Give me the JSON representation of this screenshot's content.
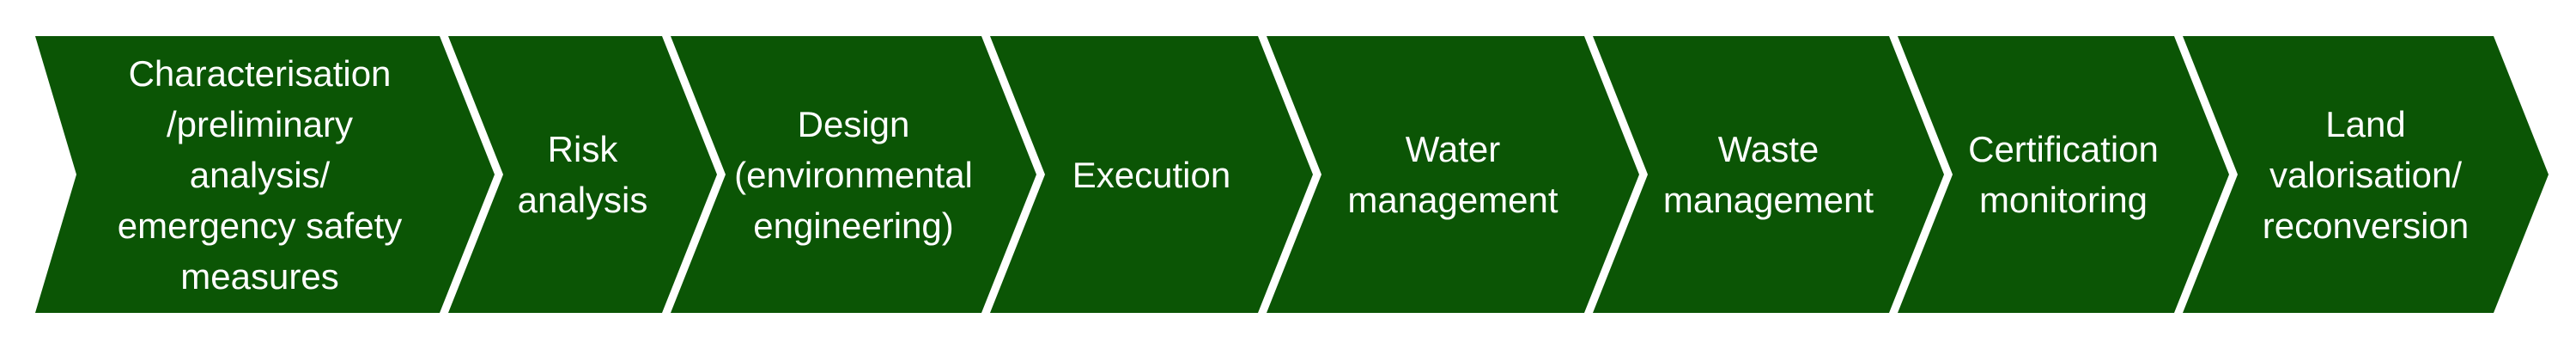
{
  "process": {
    "fill_color": "#0b5505",
    "text_color": "#ffffff",
    "steps": [
      {
        "label": "Characterisation\n/preliminary\nanalysis/\nemergency safety\nmeasures"
      },
      {
        "label": "Risk\nanalysis"
      },
      {
        "label": "Design\n(environmental\nengineering)"
      },
      {
        "label": "Execution"
      },
      {
        "label": "Water\nmanagement"
      },
      {
        "label": "Waste\nmanagement"
      },
      {
        "label": "Certification\nmonitoring"
      },
      {
        "label": "Land\nvalorisation/\nreconversion"
      }
    ]
  }
}
